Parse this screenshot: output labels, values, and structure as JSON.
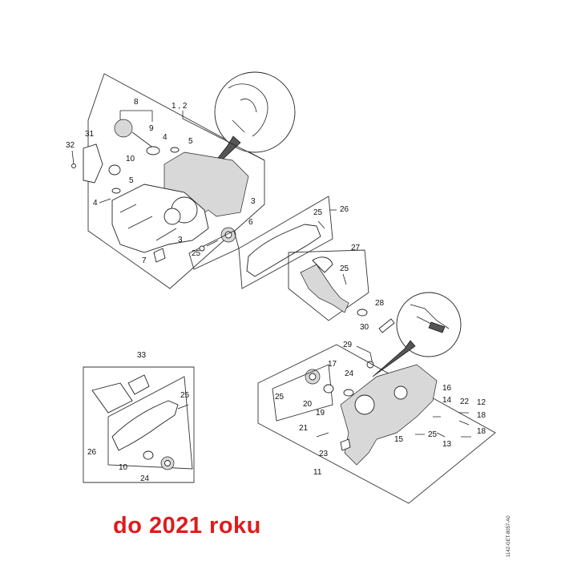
{
  "callouts": {
    "c1_2": "1 , 2",
    "c8": "8",
    "c9": "9",
    "c31": "31",
    "c32": "32",
    "c4a": "4",
    "c5a": "5",
    "c10a": "10",
    "c5b": "5",
    "c4b": "4",
    "c3a": "3",
    "c6": "6",
    "c3b": "3",
    "c25a": "25",
    "c7": "7",
    "c25b": "25",
    "c26a": "26",
    "c27": "27",
    "c25c": "25",
    "c28": "28",
    "c30": "30",
    "c29": "29",
    "c33": "33",
    "c25d": "25",
    "c26b": "26",
    "c10b": "10",
    "c24a": "24",
    "c17": "17",
    "c24b": "24",
    "c25e": "25",
    "c20": "20",
    "c19": "19",
    "c16": "16",
    "c14": "14",
    "c22": "22",
    "c12": "12",
    "c18a": "18",
    "c21": "21",
    "c25f": "25",
    "c13": "13",
    "c18b": "18",
    "c15": "15",
    "c23": "23",
    "c11": "11"
  },
  "footer_label": "do 2021 roku",
  "ref_code": "1142-GET-8057-A0"
}
